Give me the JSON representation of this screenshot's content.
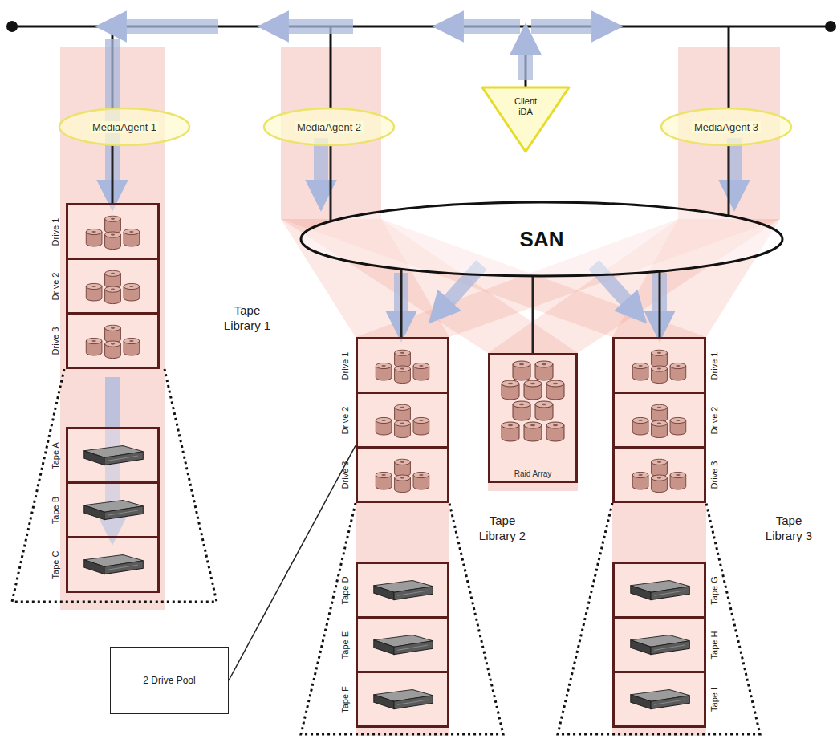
{
  "diagram": {
    "nodes": [
      {
        "text": [
          "MediaAgent 1"
        ]
      },
      {
        "text": [
          "MediaAgent 2"
        ]
      },
      {
        "text": [
          "Client iDA"
        ]
      },
      {
        "text": [
          "MediaAgent 3"
        ]
      },
      {
        "text": [
          "SAN"
        ]
      },
      {
        "text": [
          "Tape Library 1"
        ]
      },
      {
        "text": [
          "Drive 1"
        ],
        "in": 5
      },
      {
        "text": [
          "Drive 2"
        ],
        "in": 5
      },
      {
        "text": [
          "Drive 3"
        ],
        "in": 5
      },
      {
        "text": [
          "Tape A"
        ],
        "in": 5
      },
      {
        "text": [
          "Tape B"
        ],
        "in": 5
      },
      {
        "text": [
          "Tape C"
        ],
        "in": 5
      },
      {
        "text": [
          "Tape Library 2"
        ]
      },
      {
        "text": [
          "Drive 1"
        ],
        "in": 12
      },
      {
        "text": [
          "Drive 2"
        ],
        "in": 12
      },
      {
        "text": [
          "Drive 3"
        ],
        "in": 12
      },
      {
        "text": [
          "Tape D"
        ],
        "in": 12
      },
      {
        "text": [
          "Tape E"
        ],
        "in": 12
      },
      {
        "text": [
          "Tape F"
        ],
        "in": 12
      },
      {
        "text": [
          "Raid Array"
        ]
      },
      {
        "text": [
          "Tape Library 3"
        ]
      },
      {
        "text": [
          "Drive 1"
        ],
        "in": 20
      },
      {
        "text": [
          "Drive 2"
        ],
        "in": 20
      },
      {
        "text": [
          "Drive 3"
        ],
        "in": 20
      },
      {
        "text": [
          "Tape G"
        ],
        "in": 20
      },
      {
        "text": [
          "Tape H"
        ],
        "in": 20
      },
      {
        "text": [
          "Tape I"
        ],
        "in": 20
      },
      {
        "text": [
          "2 Drive Pool"
        ]
      }
    ],
    "edges": [
      {
        "from": 0,
        "to": 6,
        "arrow": "none"
      },
      {
        "from": 1,
        "to": 4,
        "arrow": "none"
      },
      {
        "from": 3,
        "to": 4,
        "arrow": "none"
      },
      {
        "from": 4,
        "to": 13,
        "arrow": "none"
      },
      {
        "from": 4,
        "to": 19,
        "arrow": "none"
      },
      {
        "from": 4,
        "to": 21,
        "arrow": "none"
      },
      {
        "from": 27,
        "to": 14,
        "arrow": "none"
      }
    ]
  }
}
